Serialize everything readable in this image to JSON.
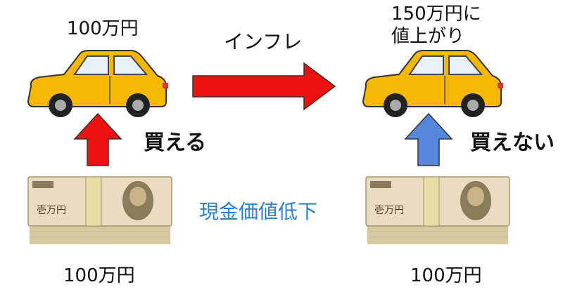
{
  "labels": {
    "price_top_left": "100万円",
    "price_top_right_line1": "150万円に",
    "price_top_right_line2": "値上がり",
    "inflation": "インフレ",
    "can_buy": "買える",
    "cannot_buy": "買えない",
    "cash_value_drop": "現金価値低下",
    "price_bottom_left": "100万円",
    "price_bottom_right": "100万円"
  },
  "banknote_text": "壱万円",
  "colors": {
    "car_body": "#f5b800",
    "arrow_red": "#ee1111",
    "arrow_blue": "#5588dd",
    "accent_text": "#2e7fcf",
    "band": "#e8dfa8"
  }
}
